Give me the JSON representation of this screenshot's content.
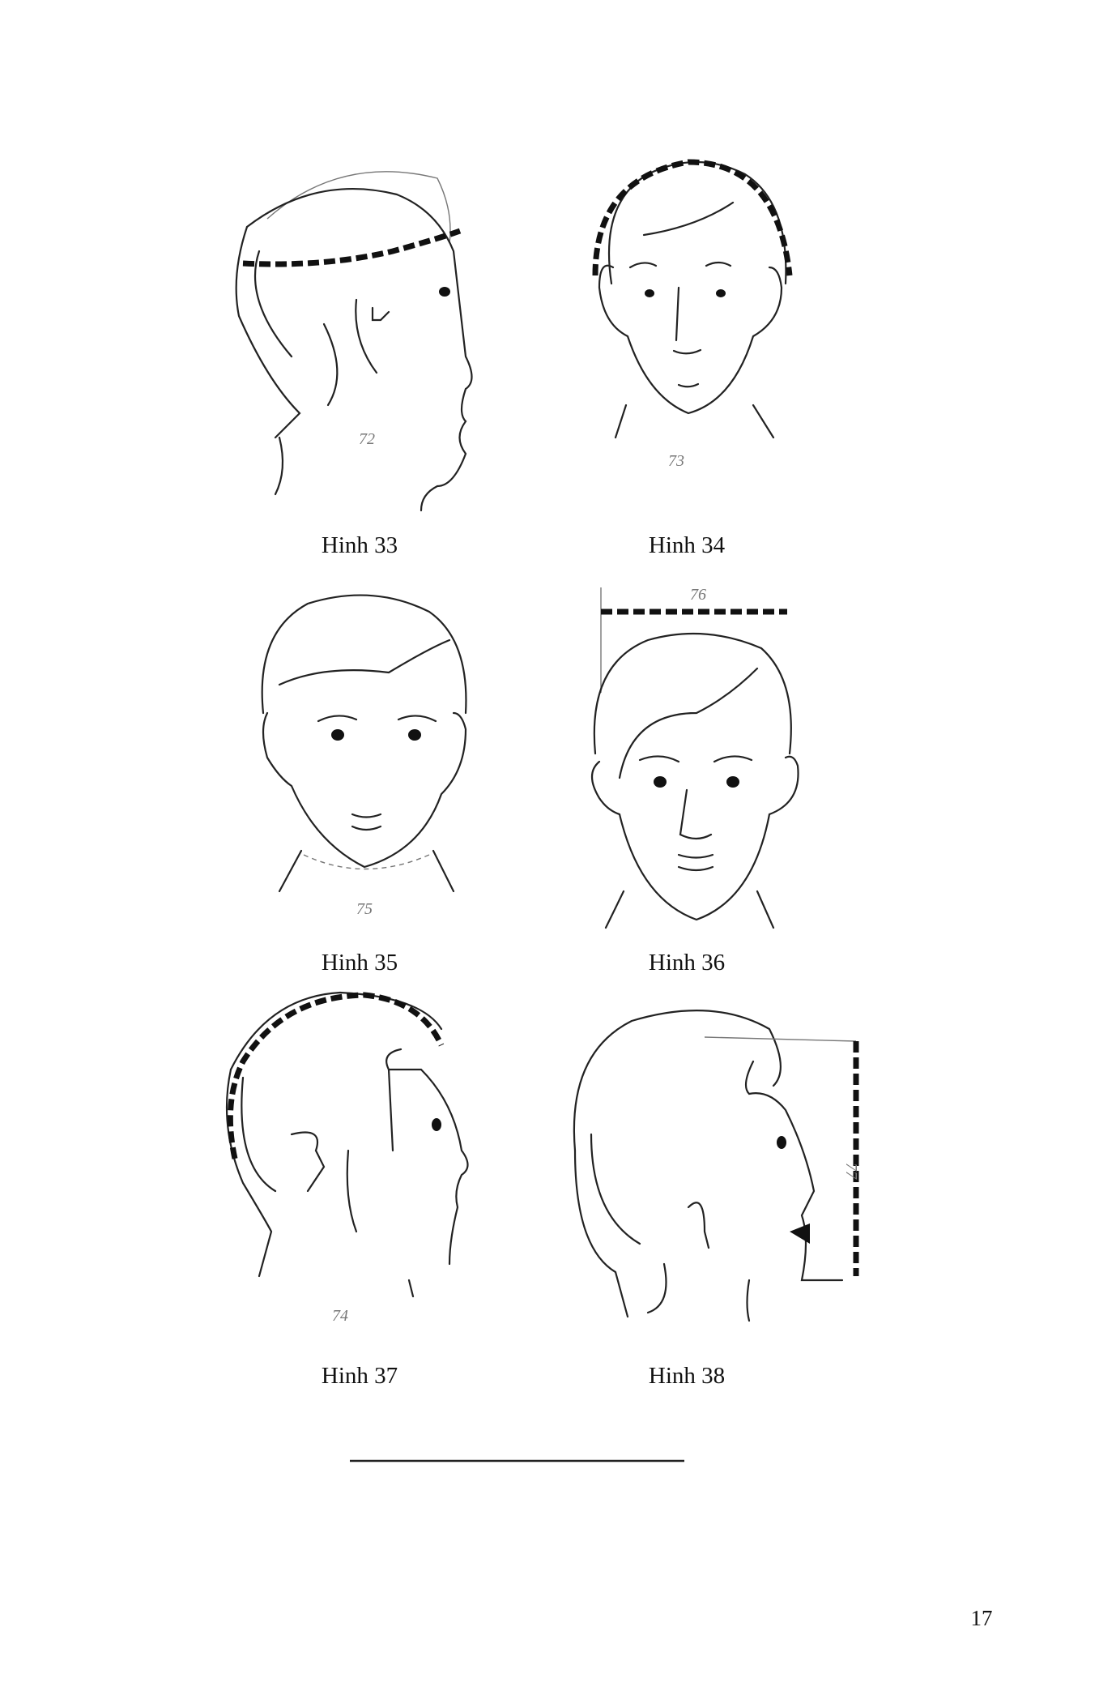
{
  "figures": [
    {
      "caption": "Hinh 33",
      "number": "72"
    },
    {
      "caption": "Hinh 34",
      "number": "73"
    },
    {
      "caption": "Hinh 35",
      "number": "75"
    },
    {
      "caption": "Hinh 36",
      "number": "76"
    },
    {
      "caption": "Hinh 37",
      "number": "74"
    },
    {
      "caption": "Hinh 38",
      "number": "77"
    }
  ],
  "page_number": "17"
}
